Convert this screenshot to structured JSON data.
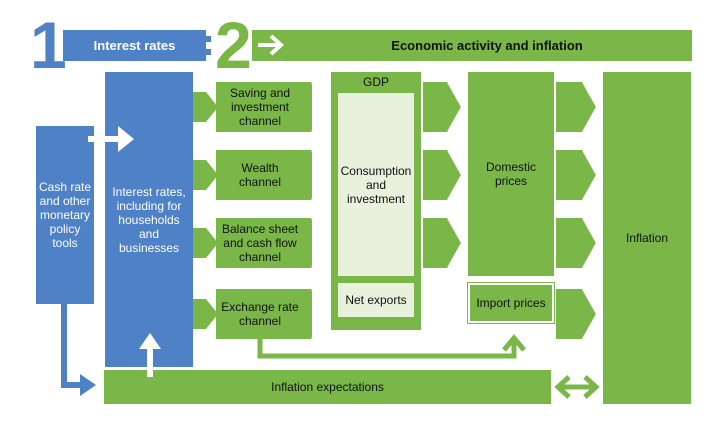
{
  "header": {
    "step1_number": "1",
    "step1_label": "Interest rates",
    "step2_number": "2",
    "step2_label": "Economic activity and inflation"
  },
  "nodes": {
    "cash_rate": "Cash rate\nand other\nmonetary\npolicy\ntools",
    "interest_rates": "Interest rates,\nincluding for\nhouseholds\nand\nbusinesses",
    "saving_channel": "Saving and\ninvestment\nchannel",
    "wealth_channel": "Wealth\nchannel",
    "balance_sheet_channel": "Balance sheet\nand cash flow\nchannel",
    "exchange_rate_channel": "Exchange rate\nchannel",
    "gdp": "GDP",
    "consumption_investment": "Consumption\nand\ninvestment",
    "net_exports": "Net exports",
    "domestic_prices": "Domestic\nprices",
    "import_prices": "Import prices",
    "inflation": "Inflation",
    "inflation_expectations": "Inflation expectations"
  },
  "colors": {
    "blue": "#4f81c7",
    "green": "#7ab648",
    "pale_green": "#e8f1dc",
    "white": "#ffffff"
  }
}
